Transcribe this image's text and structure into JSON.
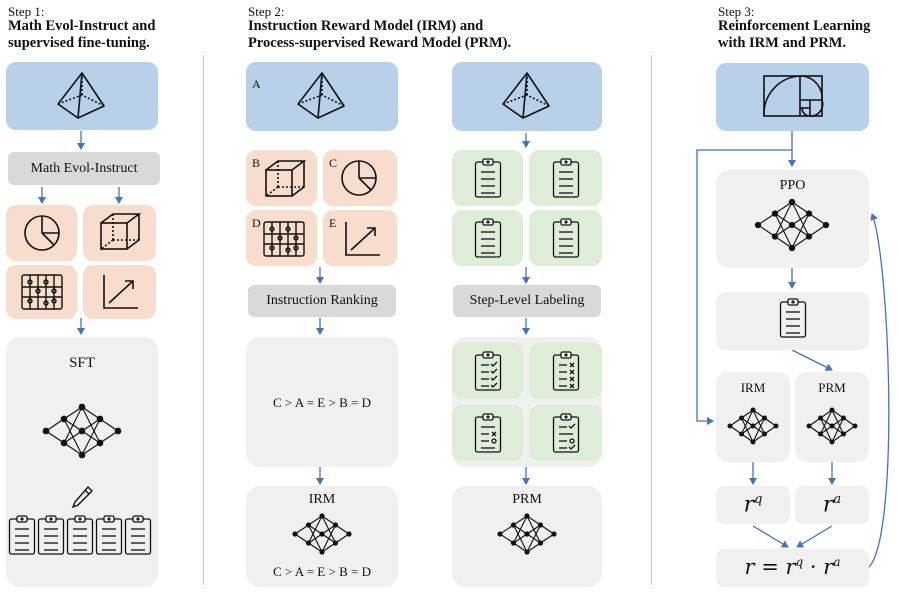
{
  "step1": {
    "label": "Step 1:",
    "title_line1": "Math Evol-Instruct and",
    "title_line2": "supervised fine-tuning.",
    "evol_label": "Math Evol-Instruct",
    "sft_label": "SFT"
  },
  "step2": {
    "label": "Step 2:",
    "title_line1": "Instruction Reward Model (IRM) and",
    "title_line2": "Process-supervised Reward Model (PRM).",
    "letters": [
      "A",
      "B",
      "C",
      "D",
      "E"
    ],
    "ranking_label": "Instruction Ranking",
    "labeling_label": "Step-Level Labeling",
    "ranking_text": "C > A = E > B = D",
    "irm_label": "IRM",
    "irm_ranking": "C > A = E > B = D",
    "prm_label": "PRM"
  },
  "step3": {
    "label": "Step 3:",
    "title_line1": "Reinforcement Learning",
    "title_line2": "with IRM and PRM.",
    "ppo_label": "PPO",
    "irm_label": "IRM",
    "prm_label": "PRM",
    "rq": "r",
    "rq_sup": "q",
    "ra": "r",
    "ra_sup": "a",
    "formula_r": "r = r",
    "formula_q": "q",
    "formula_dot": " · r",
    "formula_a": "a"
  },
  "colors": {
    "blue": "#b8d0ea",
    "peach": "#f8dccc",
    "green": "#deedd7",
    "gray": "#d9d9d9",
    "arrow": "#4472c4"
  },
  "icons": [
    "pyramid-icon",
    "pie-chart-icon",
    "cube-icon",
    "abacus-icon",
    "line-chart-icon",
    "clipboard-icon",
    "clipboard-check-icon",
    "neural-network-icon",
    "pencil-icon",
    "golden-spiral-icon"
  ]
}
